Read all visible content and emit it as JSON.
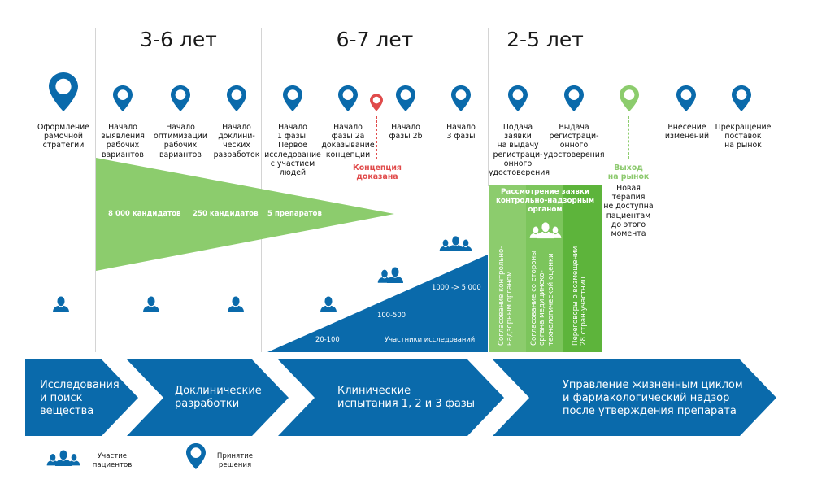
{
  "colors": {
    "blue": "#0a6aab",
    "green_light": "#8ccc6d",
    "green_mid": "#7cc55c",
    "green_dark": "#5db43b",
    "red": "#e04b4b",
    "divider": "#d4d4d4"
  },
  "periods": [
    {
      "label": "3-6 лет"
    },
    {
      "label": "6-7 лет"
    },
    {
      "label": "2-5 лет"
    }
  ],
  "milestones": [
    {
      "label": "Оформление\nрамочной\nстратегии",
      "icon": "map-pin-icon"
    },
    {
      "label": "Начало\nвыявления\nрабочих\nвариантов",
      "icon": "map-pin-icon"
    },
    {
      "label": "Начало\nоптимизации\nрабочих\nвариантов",
      "icon": "map-pin-icon"
    },
    {
      "label": "Начало\nдоклини-\nческих\nразработок",
      "icon": "map-pin-icon"
    },
    {
      "label": "Начало\n1 фазы.\nПервое\nисследование\nс участием\nлюдей",
      "icon": "map-pin-icon"
    },
    {
      "label": "Начало\nфазы 2а\nдоказывание\nконцепции",
      "icon": "map-pin-icon"
    },
    {
      "label": "Начало\nфазы 2b",
      "icon": "map-pin-icon"
    },
    {
      "label": "Начало\n3 фазы",
      "icon": "map-pin-icon"
    },
    {
      "label": "Подача\nзаявки\nна выдачу\nрегистраци-\nонного\nудостоверения",
      "icon": "map-pin-icon"
    },
    {
      "label": "Выдача\nрегистраци-\nонного\nудостоверения",
      "icon": "map-pin-icon"
    },
    {
      "label": "Внесение\nизменений",
      "icon": "map-pin-icon"
    },
    {
      "label": "Прекращение\nпоставок\nна рынок",
      "icon": "map-pin-icon"
    }
  ],
  "concept_proven": {
    "label": "Концепция\nдоказана",
    "icon": "map-pin-red-icon"
  },
  "market_entry": {
    "label": "Выход\nна рынок",
    "note": "Новая\nтерапия\nне доступна\nпациентам\nдо этого\nмомента",
    "icon": "map-pin-green-icon"
  },
  "funnel": {
    "labels": [
      "8 000 кандидатов",
      "250 кандидатов",
      "5 препаратов"
    ]
  },
  "participants": {
    "levels": [
      "20-100",
      "100-500",
      "1000 -> 5 000"
    ],
    "caption": "Участники исследований"
  },
  "regulatory": {
    "title": "Рассмотрение заявки\nконтрольно-надзорным\nорганом",
    "columns": [
      "Согласование контрольно-\nнадзорным органом",
      "Согласование со стороны\nоргана медицинско-\nтехнологической оценки",
      "Переговоры о возмещении\n28 стран-участниц"
    ]
  },
  "stages": [
    {
      "label": "Исследования\nи поиск\nвещества"
    },
    {
      "label": "Доклинические\nразработки"
    },
    {
      "label": "Клинические\nиспытания 1, 2 и 3 фазы"
    },
    {
      "label": "Управление жизненным циклом\nи фармакологический надзор\nпосле утверждения препарата"
    }
  ],
  "legend": [
    {
      "label": "Участие\nпациентов",
      "icon": "patients-group-icon"
    },
    {
      "label": "Принятие\nрешения",
      "icon": "map-pin-icon"
    }
  ]
}
